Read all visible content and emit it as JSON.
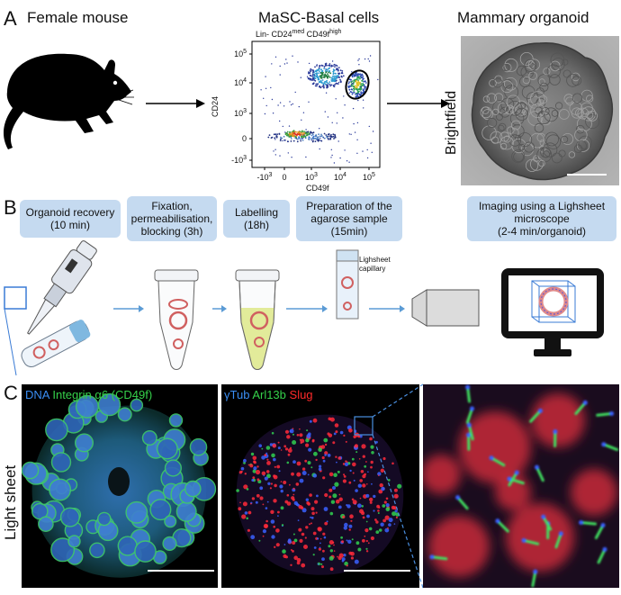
{
  "panels": {
    "a": "A",
    "b": "B",
    "c": "C"
  },
  "panelA": {
    "mouse_title": "Female mouse",
    "facs_title": "MaSC-Basal cells",
    "gate_label": {
      "prefix": "Lin- CD24",
      "med": "med",
      "mid": " CD49f",
      "high": "high"
    },
    "organoid_title": "Mammary organoid",
    "brightfield_label": "Brightfield",
    "y_axis_label": "CD24",
    "x_axis_label": "CD49f",
    "y_ticks": [
      {
        "base": "10",
        "exp": "5"
      },
      {
        "base": "10",
        "exp": "4"
      },
      {
        "base": "10",
        "exp": "3"
      },
      {
        "base": "0",
        "exp": ""
      },
      {
        "base": "-10",
        "exp": "3"
      }
    ],
    "x_ticks": [
      {
        "base": "-10",
        "exp": "3"
      },
      {
        "base": "0",
        "exp": ""
      },
      {
        "base": "10",
        "exp": "3"
      },
      {
        "base": "10",
        "exp": "4"
      },
      {
        "base": "10",
        "exp": "5"
      }
    ]
  },
  "panelB": {
    "steps": [
      {
        "line1": "Organoid recovery",
        "line2": "(10 min)",
        "line3": ""
      },
      {
        "line1": "Fixation,",
        "line2": "permeabilisation,",
        "line3": "blocking (3h)"
      },
      {
        "line1": "Labelling",
        "line2": "(18h)",
        "line3": ""
      },
      {
        "line1": "Preparation of the",
        "line2": "agarose sample",
        "line3": "(15min)"
      },
      {
        "line1": "Imaging using a Lighsheet",
        "line2": "microscope",
        "line3": "(2-4 min/organoid)"
      }
    ],
    "capillary_label_1": "Lighsheet",
    "capillary_label_2": "capillary"
  },
  "panelC": {
    "side_label": "Light sheet",
    "img1_channels": [
      {
        "text": "DNA",
        "color": "#3a8ef5"
      },
      {
        "text": " Integrin α6 (CD49f)",
        "color": "#35d14a"
      }
    ],
    "img2_channels": [
      {
        "text": "γTub",
        "color": "#3a8ef5"
      },
      {
        "text": " Arl13b",
        "color": "#35d14a"
      },
      {
        "text": " Slug",
        "color": "#ff2a2a"
      }
    ]
  },
  "colors": {
    "step_box": "#c5daf0",
    "arrow_blue": "#5b9bd5",
    "dna_blue": "#3a8ef5",
    "integrin_green": "#35d14a",
    "slug_red": "#ff2a2a"
  }
}
